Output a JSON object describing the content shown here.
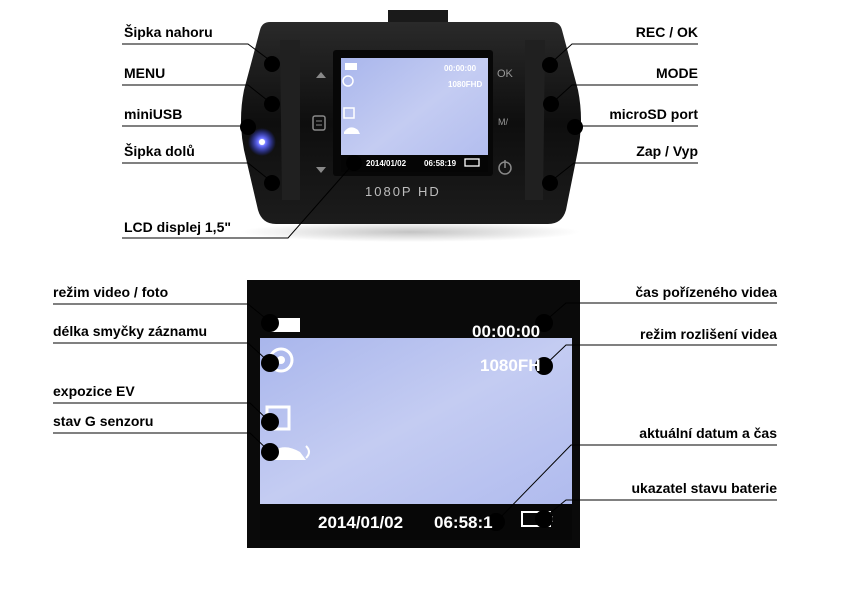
{
  "top": {
    "labels_left": [
      "Šipka nahoru",
      "MENU",
      "miniUSB",
      "Šipka dolů",
      "LCD displej 1,5\""
    ],
    "labels_right": [
      "REC / OK",
      "MODE",
      "microSD port",
      "Zap / Vyp"
    ],
    "device": {
      "ok_label": "OK",
      "mode_label": "M/",
      "branding": "1080P HD",
      "screen_time": "00:00:00",
      "screen_res": "1080FHD",
      "screen_date": "2014/01/02",
      "screen_clock": "06:58:19"
    }
  },
  "bottom": {
    "labels_left": [
      "režim video / foto",
      "délka smyčky záznamu",
      "expozice EV",
      "stav G senzoru"
    ],
    "labels_right": [
      "čas pořízeného videa",
      "režim rozlišení videa",
      "aktuální datum a čas",
      "ukazatel stavu baterie"
    ],
    "screen": {
      "time": "00:00:00",
      "resolution": "1080FH",
      "date": "2014/01/02",
      "clock": "06:58:1"
    }
  },
  "colors": {
    "lcd_blue": "#b9c3ee",
    "device_body": "#141414",
    "line": "#000000",
    "dot": "#000000"
  }
}
